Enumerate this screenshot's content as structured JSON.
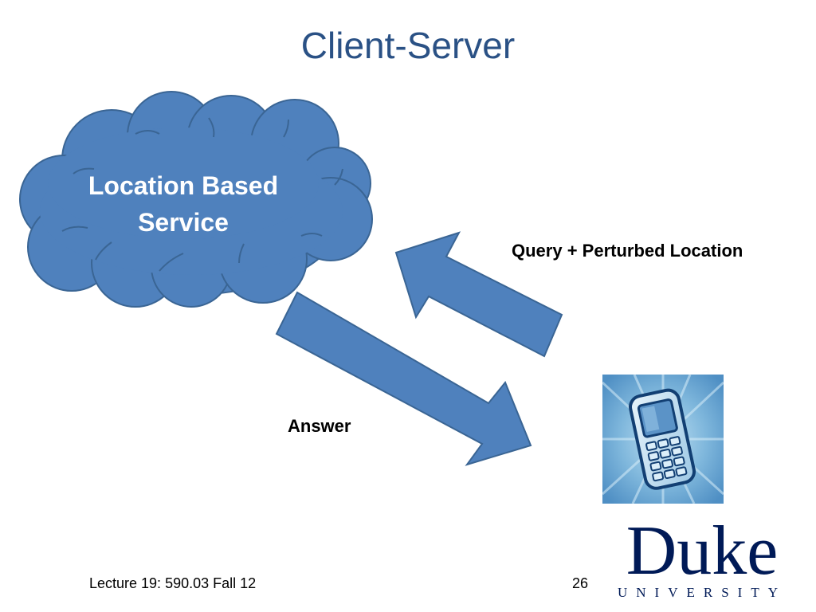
{
  "slide": {
    "title": "Client-Server",
    "cloud_label": "Location Based Service",
    "query_label": "Query + Perturbed Location",
    "answer_label": "Answer",
    "footer_left": "Lecture 19: 590.03 Fall 12",
    "page_number": "26"
  },
  "logo": {
    "word": "Duke",
    "sub": "UNIVERSITY"
  },
  "icons": {
    "cloud": "cloud-icon",
    "phone": "mobile-phone-icon",
    "arrow_up": "arrow-up-left-icon",
    "arrow_down": "arrow-down-right-icon"
  },
  "colors": {
    "title": "#2a5185",
    "shape_fill": "#4f81bd",
    "shape_stroke": "#3a6594",
    "logo": "#001a57"
  }
}
